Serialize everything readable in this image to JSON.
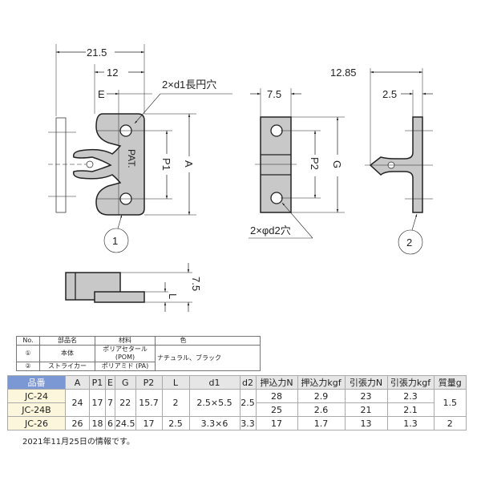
{
  "drawing": {
    "view1": {
      "dim_overall": "21.5",
      "dim_12": "12",
      "dim_E": "E",
      "slot_label": "2×d1長円穴",
      "dim_P1": "P1",
      "dim_A": "A",
      "mark_text": "PAT.",
      "part_no": "1"
    },
    "view2": {
      "dim_width": "7.5",
      "dim_P2": "P2",
      "dim_G": "G",
      "hole_label": "2×φd2穴"
    },
    "view3": {
      "dim_1285": "12.85",
      "dim_25": "2.5",
      "part_no": "2"
    },
    "bottom": {
      "dim_L": "L",
      "dim_75": "7.5"
    },
    "colors": {
      "fill": "#c8c8c8",
      "line": "#222222"
    }
  },
  "parts_table": {
    "headers": [
      "No.",
      "部品名",
      "材料",
      "色"
    ],
    "rows": [
      {
        "no": "①",
        "name": "本体",
        "material": "ポリアセタール (POM)"
      },
      {
        "no": "②",
        "name": "ストライカー",
        "material": "ポリアミド (PA)"
      }
    ],
    "color": "ナチュラル、ブラック"
  },
  "spec_table": {
    "headers": [
      "品番",
      "A",
      "P1",
      "E",
      "G",
      "P2",
      "L",
      "d1",
      "d2",
      "押込力N",
      "押込力kgf",
      "引張力N",
      "引張力kgf",
      "質量g"
    ],
    "group1": {
      "A": "24",
      "P1": "17",
      "E": "7",
      "G": "22",
      "P2": "15.7",
      "L": "2",
      "d1": "2.5×5.5",
      "d2": "2.5",
      "mass": "1.5"
    },
    "rows": [
      {
        "pn": "JC-24",
        "push_n": "28",
        "push_kgf": "2.9",
        "pull_n": "23",
        "pull_kgf": "2.3"
      },
      {
        "pn": "JC-24B",
        "push_n": "25",
        "push_kgf": "2.6",
        "pull_n": "21",
        "pull_kgf": "2.1"
      },
      {
        "pn": "JC-26",
        "A": "26",
        "P1": "18",
        "E": "6",
        "G": "24.5",
        "P2": "17",
        "L": "2.5",
        "d1": "3.3×6",
        "d2": "3.3",
        "push_n": "17",
        "push_kgf": "1.7",
        "pull_n": "13",
        "pull_kgf": "1.3",
        "mass": "2"
      }
    ],
    "header_color": "#7b97d4",
    "partno_color": "#fbf6dc"
  },
  "note": "2021年11月25日の情報です。"
}
